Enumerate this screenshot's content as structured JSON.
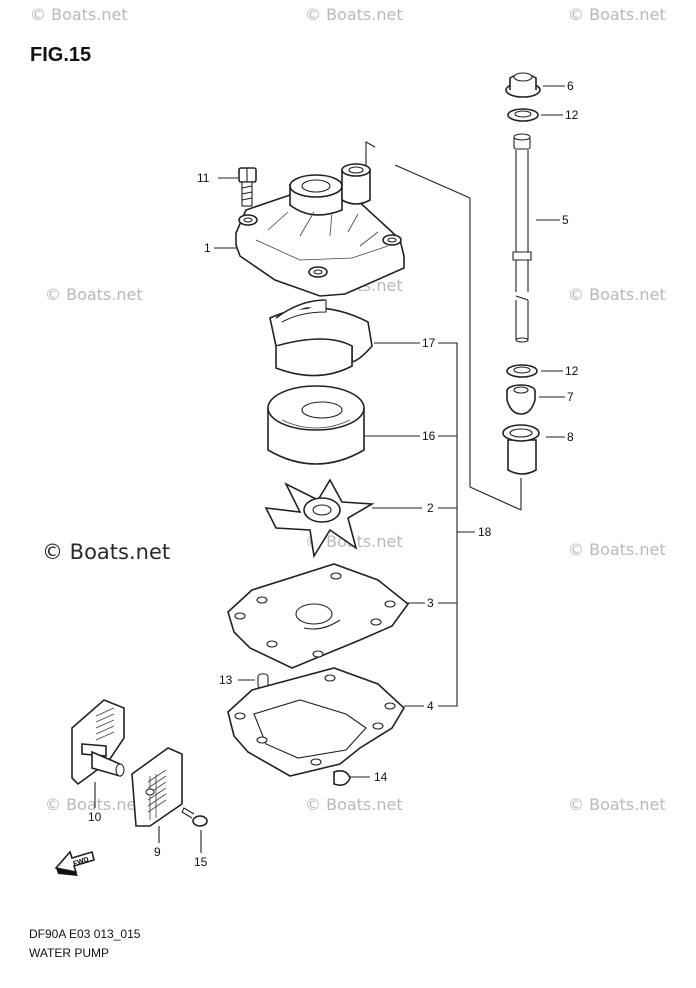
{
  "figure": {
    "title": "FIG.15",
    "code": "DF90A E03 013_015",
    "name": "WATER PUMP"
  },
  "watermarks": {
    "text": "© Boats.net",
    "featured": "© Boats.net"
  },
  "callouts": [
    {
      "id": "c6",
      "label": "6",
      "part": "grommet"
    },
    {
      "id": "c12a",
      "label": "12",
      "part": "washer-upper"
    },
    {
      "id": "c5",
      "label": "5",
      "part": "water-tube"
    },
    {
      "id": "c12b",
      "label": "12",
      "part": "washer-lower"
    },
    {
      "id": "c7",
      "label": "7",
      "part": "tube-seal"
    },
    {
      "id": "c8",
      "label": "8",
      "part": "sleeve"
    },
    {
      "id": "c11",
      "label": "11",
      "part": "bolt"
    },
    {
      "id": "c1",
      "label": "1",
      "part": "pump-case"
    },
    {
      "id": "c17",
      "label": "17",
      "part": "liner-ring"
    },
    {
      "id": "c16",
      "label": "16",
      "part": "pump-liner"
    },
    {
      "id": "c2",
      "label": "2",
      "part": "impeller"
    },
    {
      "id": "c18",
      "label": "18",
      "part": "pump-kit"
    },
    {
      "id": "c3",
      "label": "3",
      "part": "gasket"
    },
    {
      "id": "c13",
      "label": "13",
      "part": "pin"
    },
    {
      "id": "c4",
      "label": "4",
      "part": "plate"
    },
    {
      "id": "c14",
      "label": "14",
      "part": "key"
    },
    {
      "id": "c10",
      "label": "10",
      "part": "water-strainer-holder"
    },
    {
      "id": "c9",
      "label": "9",
      "part": "strainer"
    },
    {
      "id": "c15",
      "label": "15",
      "part": "screw"
    }
  ],
  "fwd_label": "FWD"
}
